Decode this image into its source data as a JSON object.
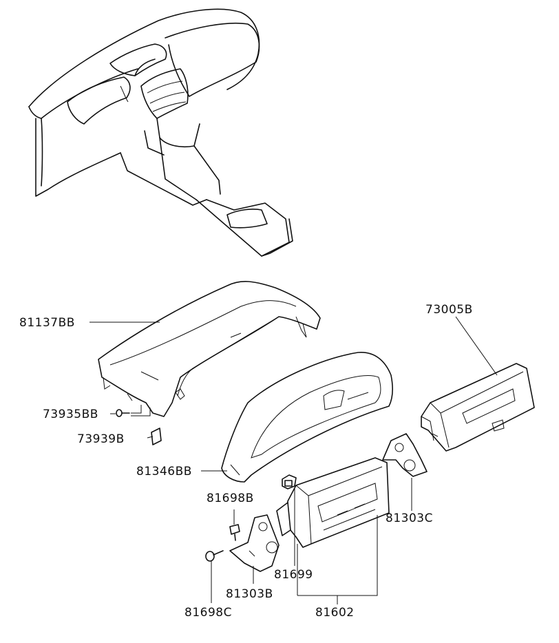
{
  "diagram": {
    "labels": {
      "part_81137BB": "81137BB",
      "part_73005B": "73005B",
      "part_73935BB": "73935BB",
      "part_73939B": "73939B",
      "part_81346BB": "81346BB",
      "part_81698B": "81698B",
      "part_81303C": "81303C",
      "part_81699": "81699",
      "part_81303B": "81303B",
      "part_81698C": "81698C",
      "part_81602": "81602"
    }
  }
}
